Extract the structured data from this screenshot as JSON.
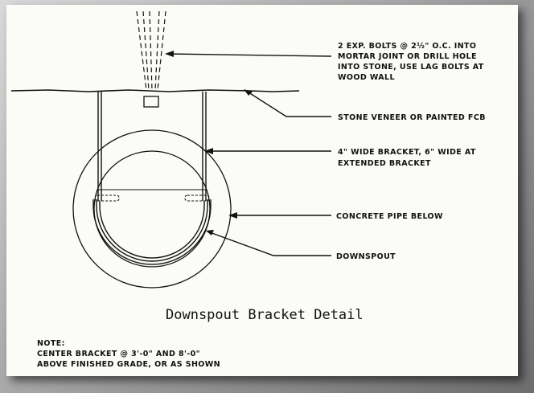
{
  "drawing": {
    "title": "Downspout Bracket Detail",
    "callouts": {
      "bolts": [
        "2 EXP. BOLTS @ 2½\" O.C. INTO",
        "MORTAR JOINT OR DRILL HOLE",
        "INTO STONE, USE LAG BOLTS AT",
        "WOOD WALL"
      ],
      "veneer": [
        "STONE VENEER OR PAINTED FCB"
      ],
      "bracket": [
        "4\" WIDE BRACKET, 6\" WIDE AT",
        "EXTENDED BRACKET"
      ],
      "pipe": [
        "CONCRETE PIPE BELOW"
      ],
      "downspout": [
        "DOWNSPOUT"
      ]
    },
    "note": [
      "NOTE:",
      "CENTER BRACKET @ 3'-0\" AND 8'-0\"",
      "ABOVE FINISHED GRADE, OR AS SHOWN"
    ]
  }
}
